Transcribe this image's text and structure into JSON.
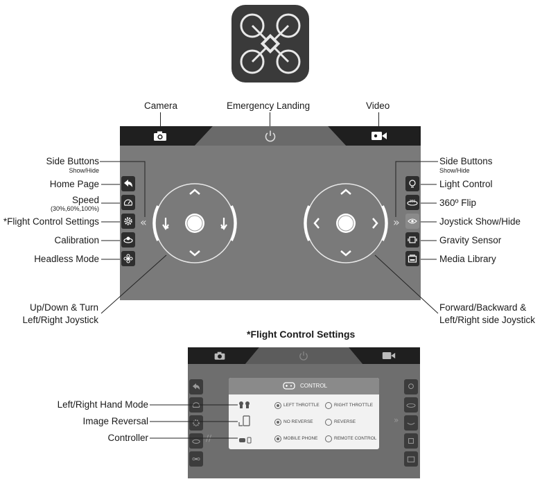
{
  "app_icon": {
    "name": "drone-app-icon"
  },
  "screen": {
    "top_bar": {
      "camera_icon": "camera-icon",
      "landing_icon": "power-icon",
      "video_icon": "video-camera-icon"
    },
    "colors": {
      "bar": "#1f1f1f",
      "screen": "#7a7a7a",
      "button": "#2e2e2e",
      "accent": "#ffffff"
    }
  },
  "callouts": {
    "camera": "Camera",
    "emergency_landing": "Emergency Landing",
    "video": "Video",
    "side_buttons_left": "Side Buttons",
    "side_buttons_left_sub": "Show/Hide",
    "home_page": "Home Page",
    "speed": "Speed",
    "speed_sub": "(30%,60%,100%)",
    "flight_control_settings": "*Flight Control Settings",
    "calibration": "Calibration",
    "headless_mode": "Headless Mode",
    "side_buttons_right": "Side Buttons",
    "side_buttons_right_sub": "Show/Hide",
    "light_control": "Light Control",
    "flip": "360º Flip",
    "joystick_show_hide": "Joystick Show/Hide",
    "gravity_sensor": "Gravity Sensor",
    "media_library": "Media Library",
    "left_joystick_line1": "Up/Down & Turn",
    "left_joystick_line2": "Left/Right Joystick",
    "right_joystick_line1": "Forward/Backward &",
    "right_joystick_line2": "Left/Right side Joystick"
  },
  "settings_section": {
    "heading": "*Flight Control Settings",
    "callouts": {
      "hand_mode": "Left/Right Hand Mode",
      "image_reversal": "Image Reversal",
      "controller": "Controller"
    },
    "panel": {
      "title": "CONTROL",
      "rows": [
        {
          "option_a": "LEFT THROTTLE",
          "option_b": "RIGHT THROTTLE",
          "selected": "a"
        },
        {
          "option_a": "NO REVERSE",
          "option_b": "REVERSE",
          "selected": "a"
        },
        {
          "option_a": "MOBILE PHONE",
          "option_b": "REMOTE CONTROL",
          "selected": "a"
        }
      ]
    }
  }
}
